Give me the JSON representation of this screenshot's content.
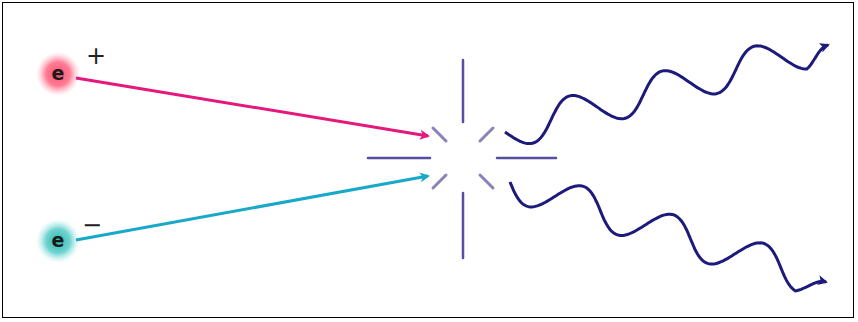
{
  "diagram": {
    "nodes": [
      {
        "text": [
          "e",
          "+"
        ]
      },
      {
        "text": [
          "e",
          "−"
        ]
      }
    ]
  }
}
